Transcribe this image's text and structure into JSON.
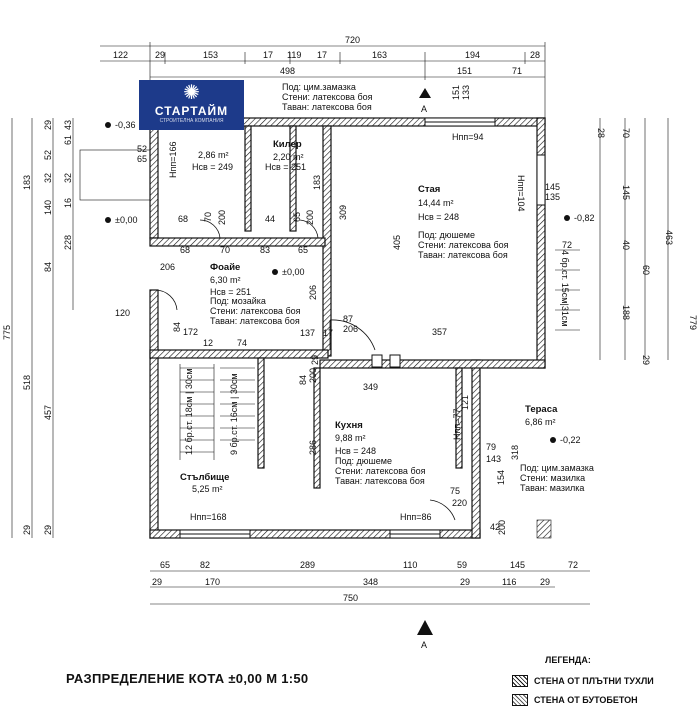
{
  "title": "РАЗПРЕДЕЛЕНИЕ КОТА ±0,00  М 1:50",
  "logo": {
    "name": "СТАРТАЙМ",
    "tag": "СТРОИТЕЛНА КОМПАНИЯ",
    "mark": "✺"
  },
  "legend": {
    "title": "ЛЕГЕНДА:",
    "brick": "СТЕНА  ОТ ПЛЪТНИ ТУХЛИ",
    "concrete": "СТЕНА ОТ БУТОБЕТОН"
  },
  "section_mark": "А",
  "dims_top": {
    "overall": "720",
    "row1": [
      "122",
      "29",
      "153",
      "17",
      "119",
      "17",
      "163",
      "194",
      "28"
    ],
    "row2_total": "498",
    "row3": [
      "151",
      "71"
    ]
  },
  "dims_bottom": {
    "row1": [
      "65",
      "82",
      "289",
      "110",
      "59",
      "145",
      "72"
    ],
    "row2": [
      "29",
      "170",
      "348",
      "29",
      "116",
      "29"
    ],
    "overall": "750"
  },
  "dims_left": {
    "col1": [
      "29",
      "52",
      "32",
      "140",
      "84"
    ],
    "col2": [
      "43",
      "61",
      "32",
      "16",
      "228"
    ],
    "col3": [
      "183",
      "518",
      "457"
    ],
    "overall": "775",
    "bottom": [
      "29",
      "29"
    ]
  },
  "dims_right": {
    "col1": [
      "28",
      "145",
      "40",
      "188"
    ],
    "col2": [
      "70",
      "60",
      "29"
    ],
    "overall1": "463",
    "overall2": "779"
  },
  "levels": {
    "left_top": "-0,36",
    "left_mid": "±0,00",
    "foyer": "±0,00",
    "right_top": "-0,82",
    "terrace": "-0,22"
  },
  "rooms": {
    "wc": {
      "area": "2,86 m²",
      "height": "Нсв = 249",
      "hpp": "Нпп=166"
    },
    "pantry": {
      "name": "Килер",
      "area": "2,20 m²",
      "height": "Нсв = 251"
    },
    "notes_top": [
      "Под: цим.замазка",
      "Стени: латексова боя",
      "Таван: латексова боя"
    ],
    "room": {
      "name": "Стая",
      "area": "14,44 m²",
      "height": "Нсв = 248",
      "floor": "Под: дюшеме",
      "walls": "Стени: латексова боя",
      "ceiling": "Таван: латексова боя",
      "hpp_top": "Нпп=94",
      "hpp_side": "Нпп=104"
    },
    "foyer": {
      "name": "Фоайе",
      "area": "6,30 m²",
      "height": "Нсв = 251",
      "floor": "Под: мозайка",
      "walls": "Стени: латексова боя",
      "ceiling": "Таван: латексова боя"
    },
    "kitchen": {
      "name": "Кухня",
      "area": "9,88 m²",
      "height": "Нсв = 248",
      "floor": "Под: дюшеме",
      "walls": "Стени: латексова боя",
      "ceiling": "Таван: латексова боя",
      "hpp_side": "Нпп=77",
      "hpp_bottom": "Нпп=86"
    },
    "stairs": {
      "name": "Стълбище",
      "area": "5,25 m²",
      "hpp": "Нпп=168",
      "steps1": "12 бр.ст. 18см | 30см",
      "steps2": "9 бр.ст. 16см | 30см"
    },
    "terrace": {
      "name": "Тераса",
      "area": "6,86 m²",
      "floor": "Под: цим.замазка",
      "walls": "Стени: мазилка",
      "ceiling": "Таван: мазилка",
      "steps": "4 бр.ст. 15см|31см"
    }
  },
  "inner_dims": [
    "52",
    "65",
    "68",
    "70",
    "200",
    "44",
    "65",
    "200",
    "183",
    "309",
    "405",
    "206",
    "120",
    "84",
    "206",
    "68",
    "70",
    "83",
    "65",
    "87",
    "206",
    "137",
    "17",
    "357",
    "172",
    "12",
    "74",
    "84",
    "200",
    "349",
    "29",
    "286",
    "200",
    "121",
    "318",
    "154",
    "79",
    "143",
    "75",
    "220",
    "42",
    "200",
    "145",
    "135",
    "72"
  ],
  "dims_misc": [
    "133",
    "151",
    "151"
  ]
}
